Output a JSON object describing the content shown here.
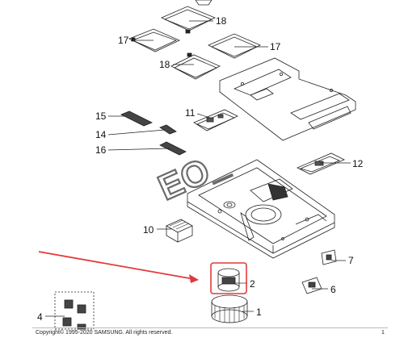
{
  "parts": [
    {
      "id": "part-18-top",
      "label": "18"
    },
    {
      "id": "part-17-left",
      "label": "17"
    },
    {
      "id": "part-17-right",
      "label": "17"
    },
    {
      "id": "part-18-bottom",
      "label": "18"
    },
    {
      "id": "part-11",
      "label": "11"
    },
    {
      "id": "part-15",
      "label": "15"
    },
    {
      "id": "part-14",
      "label": "14"
    },
    {
      "id": "part-16",
      "label": "16"
    },
    {
      "id": "part-12",
      "label": "12"
    },
    {
      "id": "part-10",
      "label": "10"
    },
    {
      "id": "part-7",
      "label": "7"
    },
    {
      "id": "part-2",
      "label": "2"
    },
    {
      "id": "part-6",
      "label": "6"
    },
    {
      "id": "part-4",
      "label": "4"
    },
    {
      "id": "part-1",
      "label": "1"
    }
  ],
  "watermark": "EO_",
  "footer": {
    "copyright": "Copyright© 1995-2020 SAMSUNG. All rights reserved.",
    "page_number": "1"
  },
  "colors": {
    "highlight": "#e23a3a",
    "arrow": "#e23a3a",
    "line": "#222222",
    "watermark": "#6b6b6b"
  }
}
